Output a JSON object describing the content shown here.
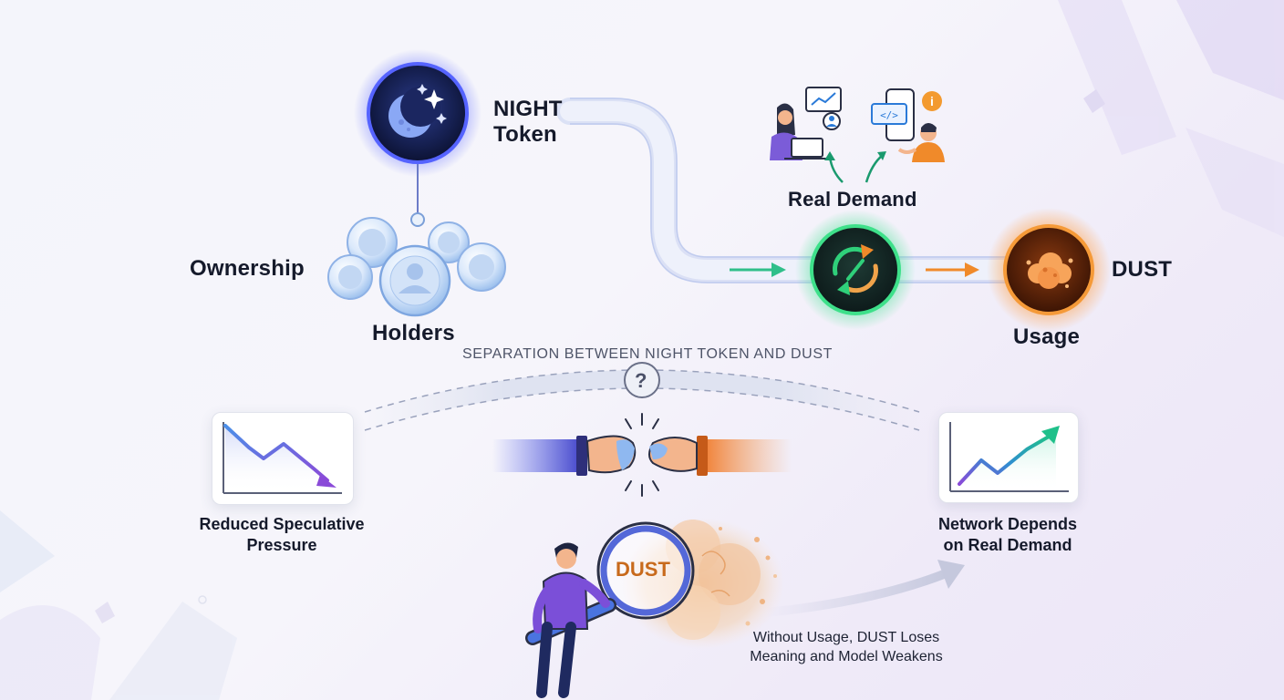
{
  "labels": {
    "night_token": [
      "NIGHT",
      "Token"
    ],
    "ownership": "Ownership",
    "holders": "Holders",
    "real_demand": "Real Demand",
    "dust": "DUST",
    "usage": "Usage",
    "separation": "SEPARATION BETWEEN NIGHT TOKEN AND DUST",
    "question": "?",
    "reduced_pressure": [
      "Reduced Speculative",
      "Pressure"
    ],
    "network_depends": [
      "Network Depends",
      "on Real Demand"
    ],
    "magnifier_word": "DUST",
    "without_usage": [
      "Without Usage, DUST Loses",
      "Meaning and Model Weakens"
    ]
  },
  "icons": {
    "night": "moon-stars-icon",
    "holders": "user-bubbles-icon",
    "network": "cycle-arrows-icon",
    "dust": "dust-cloud-icon",
    "down_chart": "trend-down-chart-icon",
    "up_chart": "trend-up-chart-icon",
    "person": "magnifying-person-icon",
    "handshake": "broken-handshake-icon"
  },
  "colors": {
    "night": "#3b4cff",
    "network": "#2fd07a",
    "dust": "#f08a2a",
    "down_chart": "#7b4fd8",
    "up_chart": "#1fc08a",
    "pipe": "#b9c6ec"
  }
}
